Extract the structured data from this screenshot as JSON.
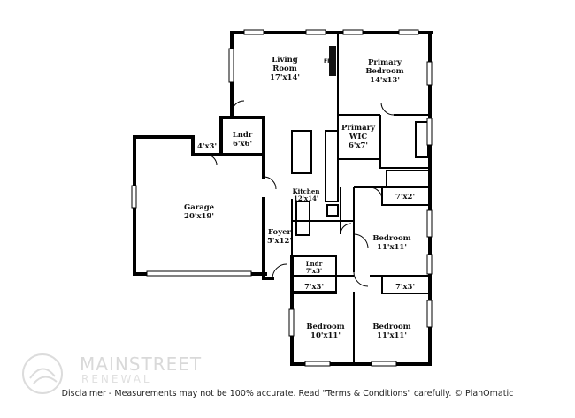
{
  "rooms": {
    "living": {
      "name": "Living Room",
      "line1": "Living",
      "line2": "Room",
      "dims": "17'x14'"
    },
    "primary_bedroom": {
      "line1": "Primary",
      "line2": "Bedroom",
      "dims": "14'x13'"
    },
    "fireplace": "FP",
    "primary_wic": {
      "line1": "Primary",
      "line2": "WIC",
      "dims": "6'x7'"
    },
    "laundry_main": {
      "line1": "Lndr",
      "dims": "6'x6'"
    },
    "closet_4x3": {
      "dims": "4'x3'"
    },
    "garage": {
      "line1": "Garage",
      "dims": "20'x19'"
    },
    "kitchen": {
      "line1": "Kitchen",
      "dims": "12'x14'"
    },
    "foyer": {
      "line1": "Foyer",
      "dims": "5'x12'"
    },
    "closet_7x2": {
      "dims": "7'x2'"
    },
    "bedroom_east": {
      "line1": "Bedroom",
      "dims": "11'x11'"
    },
    "laundry_small": {
      "line1": "Lndr",
      "dims": "7'x3'"
    },
    "closet_7x3_left": {
      "dims": "7'x3'"
    },
    "closet_7x3_right": {
      "dims": "7'x3'"
    },
    "bedroom_sw": {
      "line1": "Bedroom",
      "dims": "10'x11'"
    },
    "bedroom_se": {
      "line1": "Bedroom",
      "dims": "11'x11'"
    }
  },
  "logo": {
    "title": "MAINSTREET",
    "subtitle": "RENEWAL"
  },
  "disclaimer": "Disclaimer - Measurements may not be 100% accurate. Read \"Terms & Conditions\" carefully. © PlanOmatic"
}
